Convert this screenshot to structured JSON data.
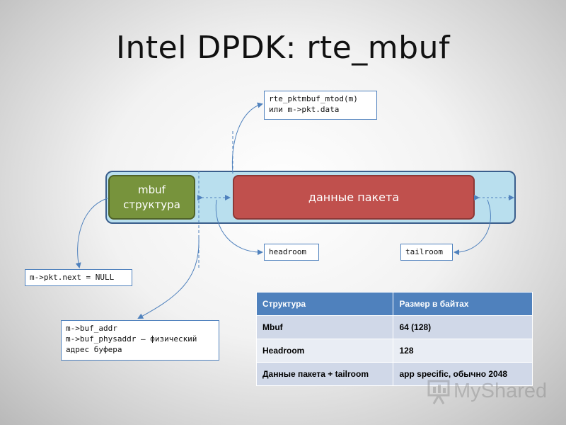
{
  "title": "Intel DPDK: rte_mbuf",
  "callouts": {
    "mtod": {
      "line1": "rte_pktmbuf_mtod(m)",
      "line2": "или m->pkt.data"
    },
    "headroom": "headroom",
    "tailroom": "tailroom",
    "next": "m->pkt.next = NULL",
    "buf": {
      "line1": "m->buf_addr",
      "line2": "m->buf_physaddr – физический",
      "line3": "адрес буфера"
    }
  },
  "boxes": {
    "mbuf": {
      "line1": "mbuf",
      "line2": "структура"
    },
    "data": "данные пакета"
  },
  "table": {
    "headers": [
      "Структура",
      "Размер в байтах"
    ],
    "rows": [
      [
        "Mbuf",
        "64 (128)"
      ],
      [
        "Headroom",
        "128"
      ],
      [
        "Данные пакета + tailroom",
        "app specific, обычно 2048"
      ]
    ]
  },
  "watermark": "MyShared",
  "colors": {
    "buffer": "#b9dfee",
    "mbuf": "#77933c",
    "data": "#c0504d",
    "accent": "#4f81bd"
  }
}
